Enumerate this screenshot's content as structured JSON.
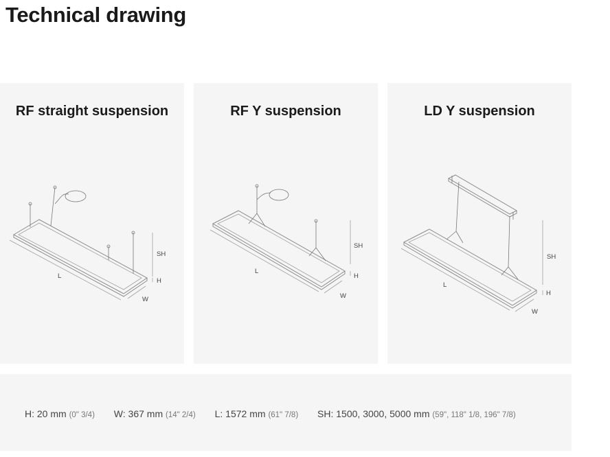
{
  "page": {
    "title": "Technical drawing"
  },
  "panels": [
    {
      "title": "RF straight suspension",
      "labels": {
        "length": "L",
        "width": "W",
        "height": "H",
        "suspension_height": "SH"
      }
    },
    {
      "title": "RF Y suspension",
      "labels": {
        "length": "L",
        "width": "W",
        "height": "H",
        "suspension_height": "SH"
      }
    },
    {
      "title": "LD Y suspension",
      "labels": {
        "length": "L",
        "width": "W",
        "height": "H",
        "suspension_height": "SH"
      }
    }
  ],
  "specs": [
    {
      "label": "H: 20 mm",
      "imperial": "(0\" 3/4)"
    },
    {
      "label": "W: 367 mm",
      "imperial": "(14\" 2/4)"
    },
    {
      "label": "L: 1572 mm",
      "imperial": "(61\" 7/8)"
    },
    {
      "label": "SH: 1500, 3000, 5000 mm",
      "imperial": "(59\", 118\" 1/8, 196\" 7/8)"
    }
  ]
}
